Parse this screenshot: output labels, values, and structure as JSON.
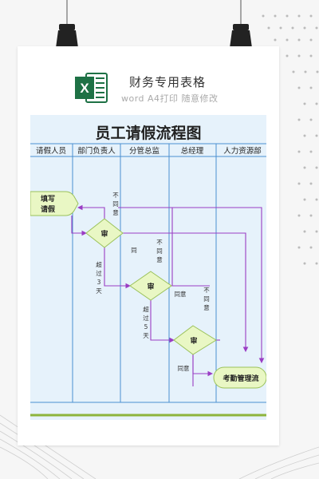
{
  "header": {
    "title": "财务专用表格",
    "subtitle": "word A4打印 随意修改",
    "icon": "excel-icon",
    "icon_letter": "X"
  },
  "flowchart": {
    "title": "员工请假流程图",
    "lanes": [
      "请假人员",
      "部门负责人",
      "分管总监",
      "总经理",
      "人力资源部"
    ],
    "nodes": {
      "fill_request": [
        "填写",
        "请假"
      ],
      "review_dept": "审",
      "review_director": "审",
      "review_gm": "审",
      "attendance": "考勤管理流"
    },
    "labels": {
      "disagree": [
        "不",
        "同",
        "意"
      ],
      "agree_chars": [
        "同",
        "意"
      ],
      "over3days": [
        "超",
        "过",
        "3",
        "天"
      ],
      "over5days": [
        "超",
        "过",
        "5",
        "天"
      ],
      "agree": "同意"
    }
  },
  "colors": {
    "excel_green": "#1e7145",
    "lane_line": "#4a90d0",
    "flow_purple": "#9a3dc4",
    "node_fill": "#e9f7c4",
    "node_stroke": "#9bc25a",
    "footer_green": "#8db43c"
  }
}
